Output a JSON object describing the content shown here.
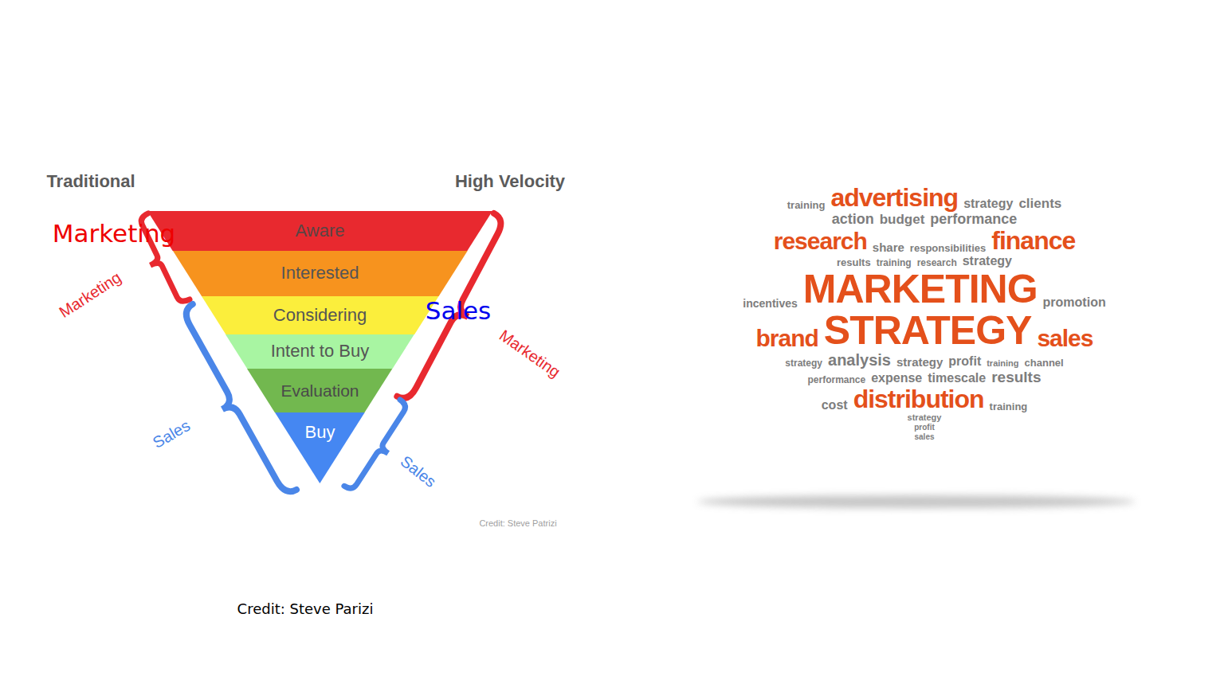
{
  "diagram": {
    "caption": "Credit: Steve Parizi",
    "nodes": [
      {
        "text": [
          "Aware"
        ]
      },
      {
        "text": [
          "Interested"
        ]
      },
      {
        "text": [
          "Considering"
        ]
      },
      {
        "text": [
          "Intent to Buy"
        ]
      },
      {
        "text": [
          "Evaluation"
        ]
      },
      {
        "text": [
          "Buy"
        ]
      }
    ],
    "labels": [
      "Traditional",
      "High Velocity",
      "Marketing",
      "Marketing",
      "Sales",
      "Sales",
      "Marketing",
      "Sales",
      "Credit: Steve Patrizi",
      "training",
      "advertising",
      "strategy",
      "clients",
      "action",
      "budget",
      "performance",
      "research",
      "share",
      "responsibilities",
      "finance",
      "results",
      "training",
      "research",
      "strategy",
      "incentives",
      "MARKETING",
      "promotion",
      "brand",
      "STRATEGY",
      "sales",
      "strategy",
      "analysis",
      "strategy",
      "profit",
      "training",
      "channel",
      "performance",
      "expense",
      "timescale",
      "results",
      "cost",
      "distribution",
      "training",
      "strategy",
      "profit",
      "sales"
    ]
  }
}
